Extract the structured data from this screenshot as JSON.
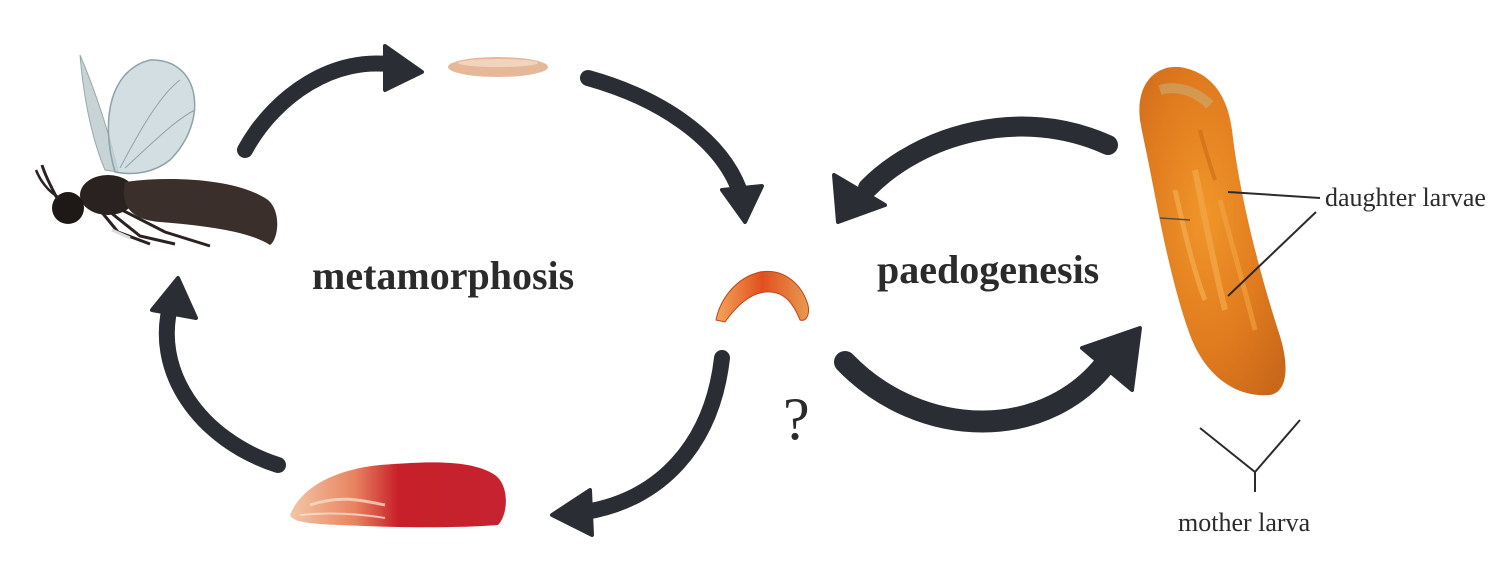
{
  "labels": {
    "metamorphosis": "metamorphosis",
    "paedogenesis": "paedogenesis",
    "question_mark": "?",
    "daughter_larvae": "daughter larvae",
    "mother_larva": "mother larva"
  },
  "colors": {
    "arrow": "#2a2d33",
    "text": "#2b2b2b",
    "adult_body": "#2a2220",
    "wing": "#b9cbd0",
    "egg": "#e6b89a",
    "larva": "#e0501e",
    "pupa": "#c8202a",
    "mother_larva": "#e07a1e"
  },
  "icons": {
    "adult": "adult-midge-icon",
    "egg": "egg-icon",
    "larva": "larva-icon",
    "pupa": "pupa-icon",
    "mother_larva": "mother-larva-icon"
  }
}
